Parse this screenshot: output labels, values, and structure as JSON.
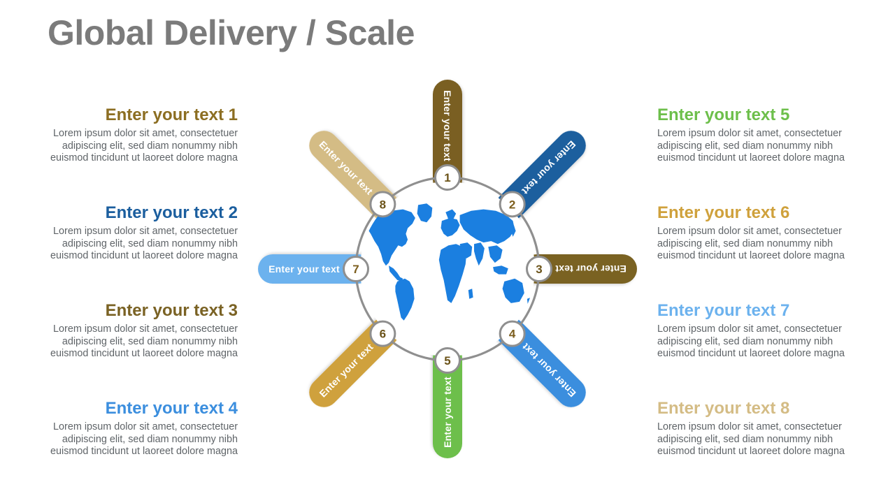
{
  "title": "Global Delivery / Scale",
  "colors": {
    "title": "#7b7b7b",
    "body_text": "#5f6468",
    "ring": "#8f8f8f",
    "circle_fill": "#ffffff",
    "map_blue": "#1b7fe0",
    "background": "#ffffff"
  },
  "petal_label": "Enter your text",
  "blocks": [
    {
      "id": 1,
      "side": "left",
      "heading": "Enter your text 1",
      "body": "Lorem ipsum dolor sit amet, consectetuer adipiscing elit, sed diam nonummy nibh euismod tincidunt ut laoreet dolore magna",
      "color": "#8c6e22"
    },
    {
      "id": 2,
      "side": "left",
      "heading": "Enter your text 2",
      "body": "Lorem ipsum dolor sit amet, consectetuer adipiscing elit, sed diam nonummy nibh euismod tincidunt ut laoreet dolore magna",
      "color": "#1b5e9e"
    },
    {
      "id": 3,
      "side": "left",
      "heading": "Enter your text 3",
      "body": "Lorem ipsum dolor sit amet, consectetuer adipiscing elit, sed diam nonummy nibh euismod tincidunt ut laoreet dolore magna",
      "color": "#7a6224"
    },
    {
      "id": 4,
      "side": "left",
      "heading": "Enter your text 4",
      "body": "Lorem ipsum dolor sit amet, consectetuer adipiscing elit, sed diam nonummy nibh euismod tincidunt ut laoreet dolore magna",
      "color": "#3b8ede"
    },
    {
      "id": 5,
      "side": "right",
      "heading": "Enter your text 5",
      "body": "Lorem ipsum dolor sit amet, consectetuer adipiscing elit, sed diam nonummy nibh euismod tincidunt ut laoreet dolore magna",
      "color": "#6dbf4b"
    },
    {
      "id": 6,
      "side": "right",
      "heading": "Enter your text 6",
      "body": "Lorem ipsum dolor sit amet, consectetuer adipiscing elit, sed diam nonummy nibh euismod tincidunt ut laoreet dolore magna",
      "color": "#cfa13c"
    },
    {
      "id": 7,
      "side": "right",
      "heading": "Enter your text 7",
      "body": "Lorem ipsum dolor sit amet, consectetuer adipiscing elit, sed diam nonummy nibh euismod tincidunt ut laoreet dolore magna",
      "color": "#6cb2ee"
    },
    {
      "id": 8,
      "side": "right",
      "heading": "Enter your text 8",
      "body": "Lorem ipsum dolor sit amet, consectetuer adipiscing elit, sed diam nonummy nibh euismod tincidunt ut laoreet dolore magna",
      "color": "#d4bc85"
    }
  ],
  "petals": [
    {
      "number": "1",
      "label": "Enter your text",
      "color": "#7a5f21",
      "angle": 0,
      "num_color": "#6b5319"
    },
    {
      "number": "2",
      "label": "Enter your text",
      "color": "#1b5e9e",
      "angle": 45,
      "num_color": "#7c5e1d"
    },
    {
      "number": "3",
      "label": "Enter your text",
      "color": "#7a6224",
      "angle": 90,
      "num_color": "#6b5319"
    },
    {
      "number": "4",
      "label": "Enter your text",
      "color": "#3b8ede",
      "angle": 135,
      "num_color": "#7c5e1d"
    },
    {
      "number": "5",
      "label": "Enter your text",
      "color": "#6dbf4b",
      "angle": 180,
      "num_color": "#6b5319"
    },
    {
      "number": "6",
      "label": "Enter your text",
      "color": "#cfa13c",
      "angle": 225,
      "num_color": "#6b5319"
    },
    {
      "number": "7",
      "label": "Enter your text",
      "color": "#6cb2ee",
      "angle": 270,
      "num_color": "#7c5e1d"
    },
    {
      "number": "8",
      "label": "Enter your text",
      "color": "#d4bc85",
      "angle": 315,
      "num_color": "#6b5319"
    }
  ]
}
